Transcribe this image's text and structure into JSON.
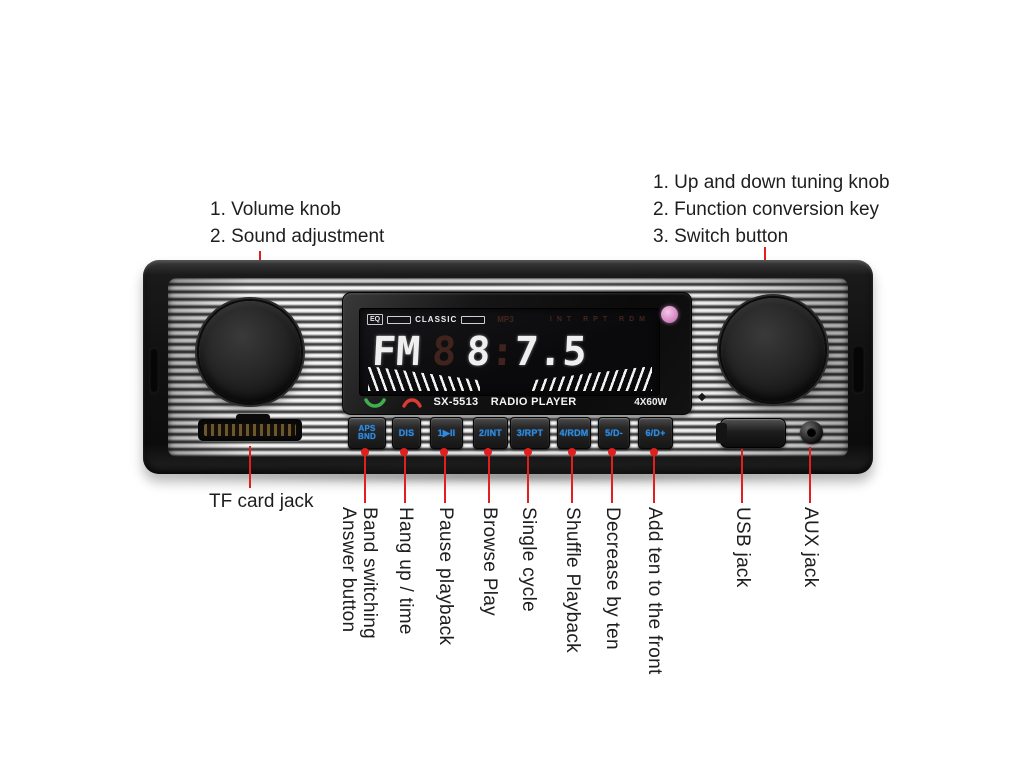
{
  "annotations": {
    "pointer_color": "#e01f1f",
    "volume": {
      "line1": "1. Volume knob",
      "line2": "2. Sound adjustment"
    },
    "tuning": {
      "line1": "1. Up and down tuning knob",
      "line2": "2. Function conversion key",
      "line3": "3. Switch button"
    },
    "tf_card_label": "TF card jack",
    "button_functions": [
      {
        "primary": "Answer button",
        "secondary": "Band switching"
      },
      {
        "primary": "Hang up / time"
      },
      {
        "primary": "Pause playback"
      },
      {
        "primary": "Browse Play"
      },
      {
        "primary": "Single cycle"
      },
      {
        "primary": "Shuffle Playback"
      },
      {
        "primary": "Decrease by ten"
      },
      {
        "primary": "Add ten to the front"
      }
    ],
    "usb_label": "USB jack",
    "aux_label": "AUX jack"
  },
  "radio": {
    "display": {
      "eq_badge": "EQ",
      "classic_text": "CLASSIC",
      "mp3_indicator": "MP3",
      "mode_indicators": "INT RPT RDM",
      "band": "FM",
      "ghost_digit": "8",
      "digit_main": "8",
      "colon": ":",
      "digits_decimal": "7.5",
      "frequency_reading": "FM 87.5",
      "model": "SX-5513",
      "player_text": "RADIO PLAYER",
      "power": "4X60W",
      "power_led_color": "#d88ec6"
    },
    "keys": [
      {
        "top": "APS",
        "bottom": "BND"
      },
      {
        "label": "DIS"
      },
      {
        "label": "1▶II"
      },
      {
        "label": "2/INT"
      },
      {
        "label": "3/RPT"
      },
      {
        "label": "4/RDM"
      },
      {
        "label": "5/D-"
      },
      {
        "label": "6/D+"
      }
    ],
    "key_text_color": "#2e8be0"
  }
}
